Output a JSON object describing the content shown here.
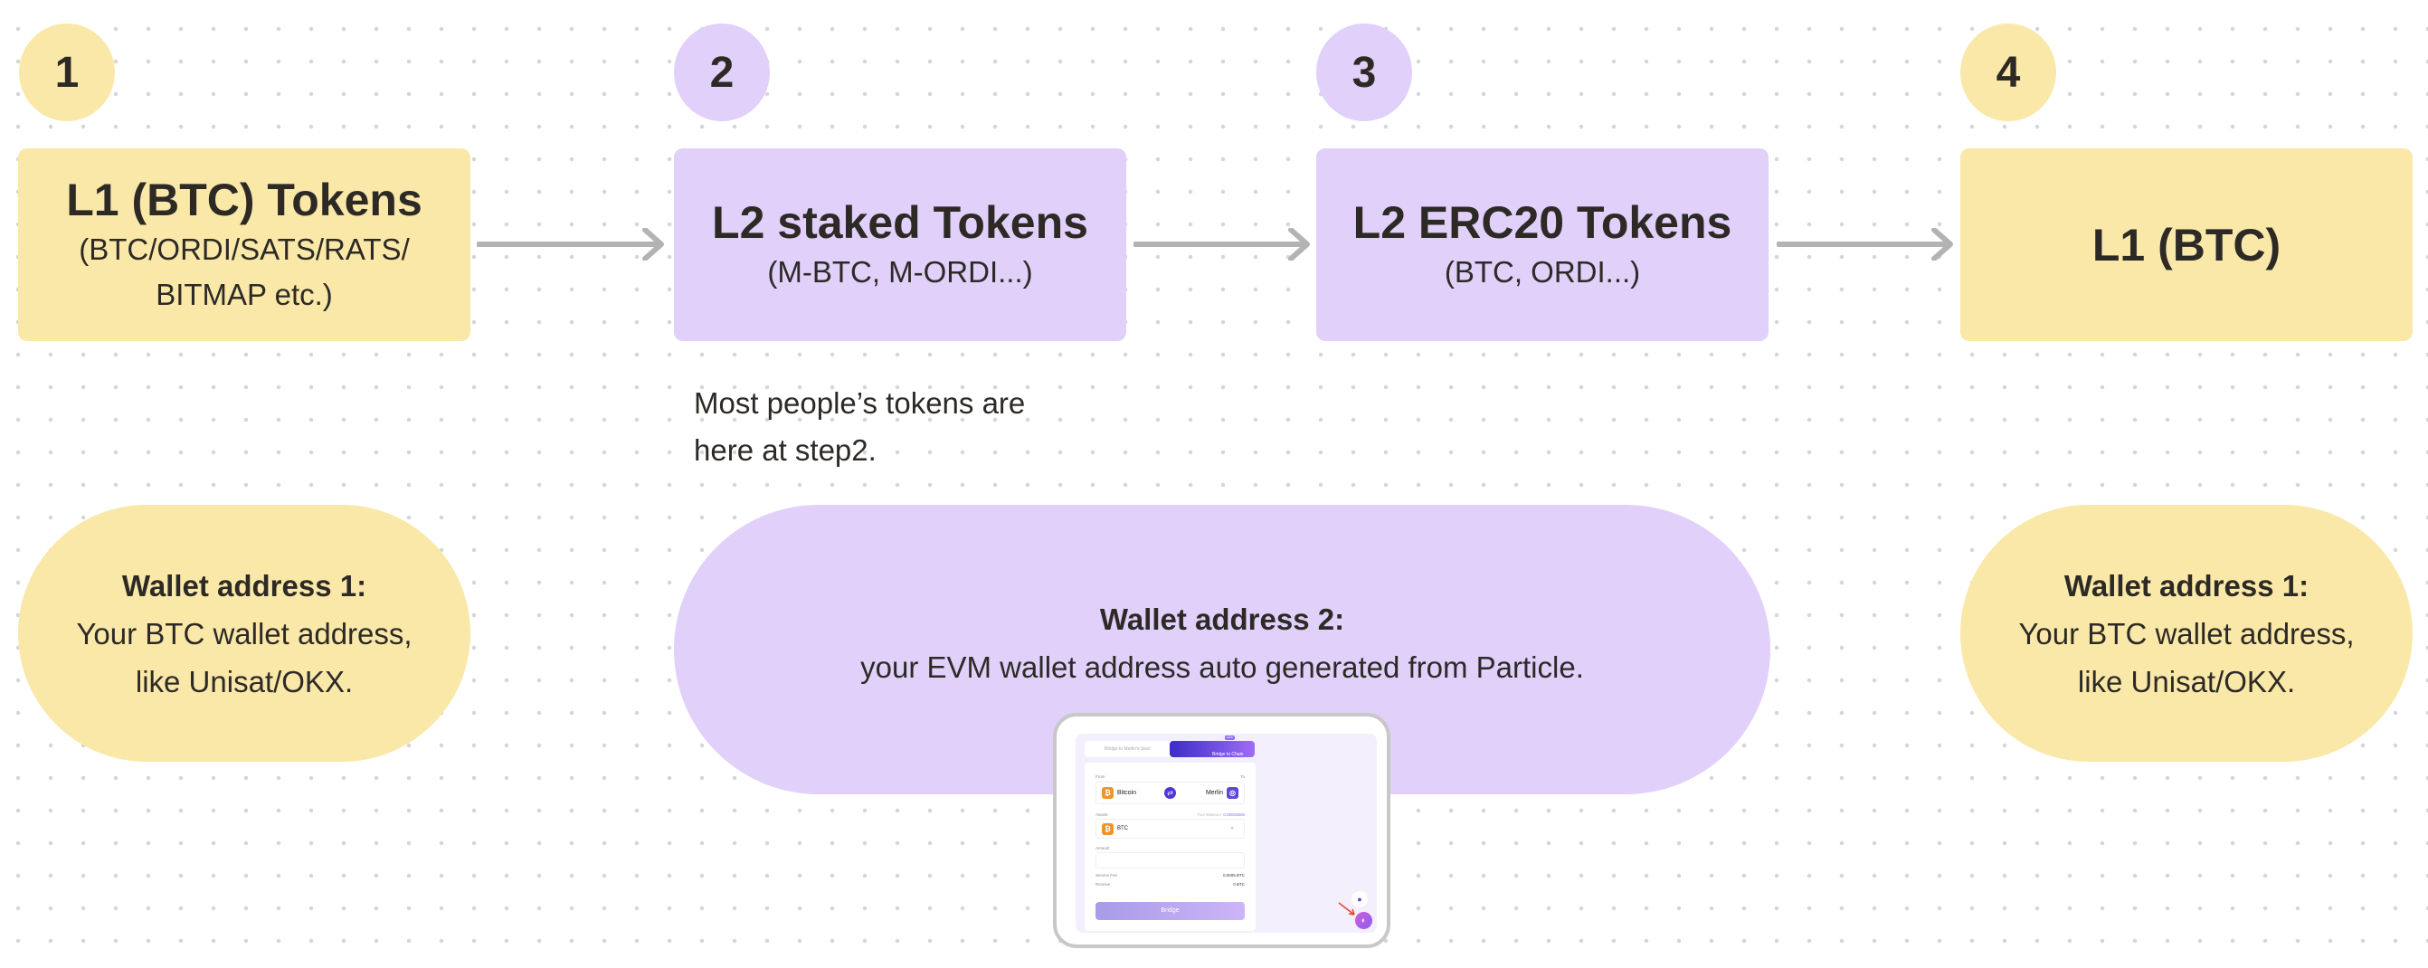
{
  "steps": [
    {
      "number": "1",
      "title": "L1 (BTC) Tokens",
      "subtitle_lines": [
        "(BTC/ORDI/SATS/RATS/",
        "BITMAP etc.)"
      ]
    },
    {
      "number": "2",
      "title": "L2 staked Tokens",
      "subtitle_lines": [
        "(M-BTC, M-ORDI...)"
      ]
    },
    {
      "number": "3",
      "title": "L2 ERC20 Tokens",
      "subtitle_lines": [
        "(BTC, ORDI...)"
      ]
    },
    {
      "number": "4",
      "title": "L1 (BTC)",
      "subtitle_lines": []
    }
  ],
  "note_lines": [
    "Most people’s tokens are",
    "here at step2."
  ],
  "wallets": [
    {
      "title": "Wallet address 1:",
      "lines": [
        "Your BTC wallet address,",
        "like Unisat/OKX."
      ]
    },
    {
      "title": "Wallet address 2:",
      "lines": [
        "your EVM wallet address auto generated from Particle."
      ]
    },
    {
      "title": "Wallet address 1:",
      "lines": [
        "Your BTC wallet address,",
        "like Unisat/OKX."
      ]
    }
  ],
  "colors": {
    "yellow": "#fae8a9",
    "purple": "#e0d0fa",
    "arrow": "#b3b3b3"
  },
  "bridge_ui": {
    "tab_seal": "Bridge to Merlin's Seal",
    "tab_chain": "Bridge to Chain",
    "tab_badge": "NEW",
    "from_label": "From",
    "to_label": "To",
    "from_chain": "Bitcoin",
    "to_chain": "Merlin",
    "assets_label": "Assets",
    "balance_label": "Your Balance:",
    "balance_value": "0.05003505",
    "asset": "BTC",
    "amount_label": "Amount",
    "service_fee_label": "Service Fee",
    "service_fee_value": "0.0005 BTC",
    "receive_label": "Receive",
    "receive_value": "0 BTC",
    "bridge_button": "Bridge"
  }
}
